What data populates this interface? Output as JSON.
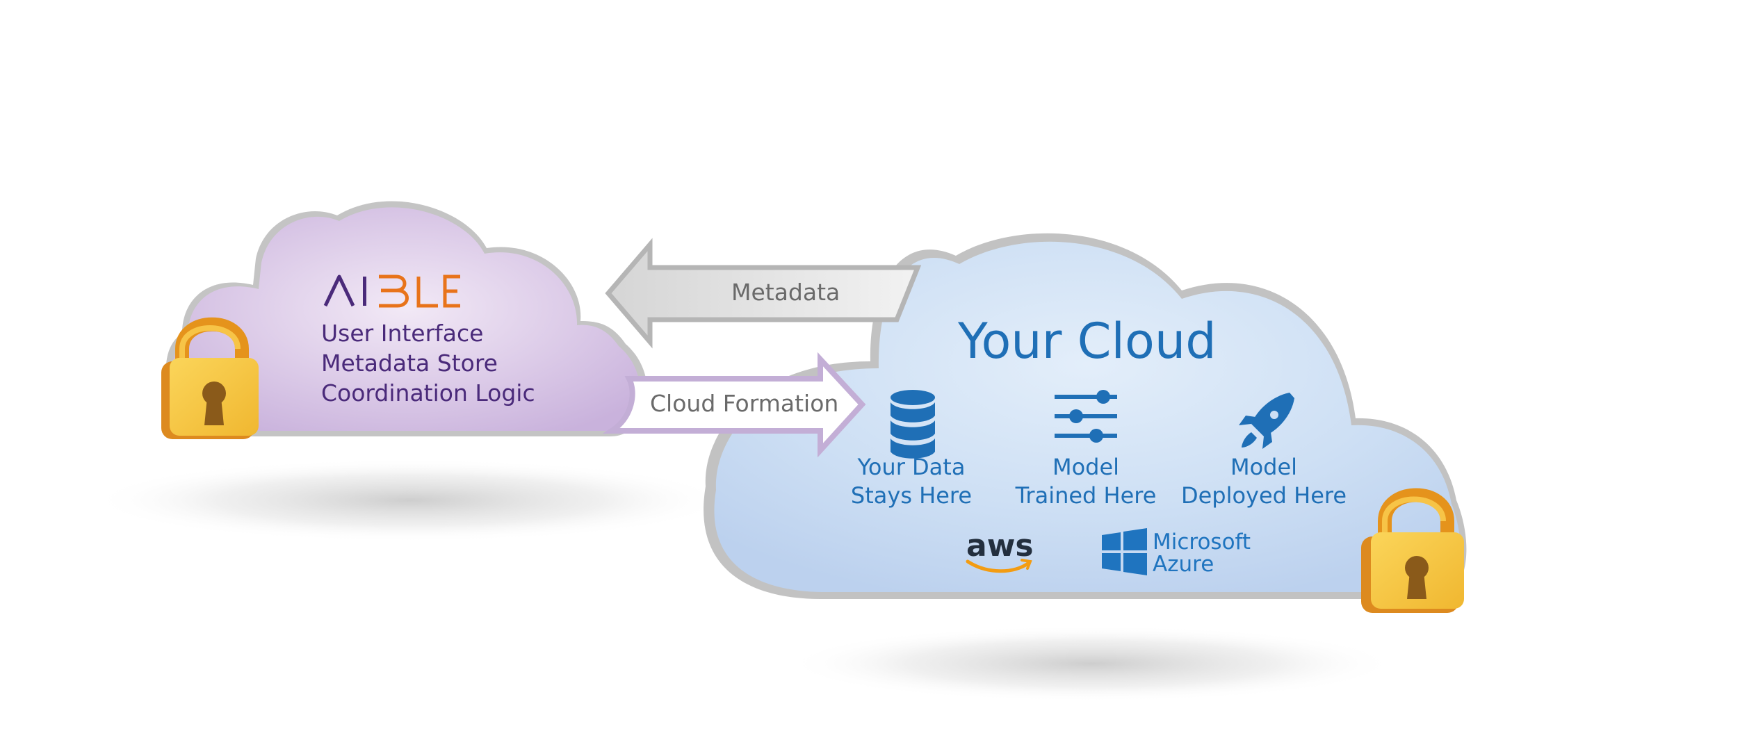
{
  "left_cloud": {
    "logo": "AIBLE",
    "lines": [
      "User Interface",
      "Metadata Store",
      "Coordination Logic"
    ]
  },
  "arrows": {
    "metadata": "Metadata",
    "cloud_formation": "Cloud Formation"
  },
  "right_cloud": {
    "title": "Your Cloud",
    "items": [
      {
        "icon": "database-icon",
        "lines": [
          "Your Data",
          "Stays Here"
        ]
      },
      {
        "icon": "sliders-icon",
        "lines": [
          "Model",
          "Trained Here"
        ]
      },
      {
        "icon": "rocket-icon",
        "lines": [
          "Model",
          "Deployed Here"
        ]
      }
    ],
    "providers": {
      "aws": "aws",
      "microsoft": "Microsoft",
      "azure": "Azure"
    }
  },
  "colors": {
    "left_cloud": "#d5c4e3",
    "right_cloud": "#c7dbf1",
    "brand_purple": "#4a2a7a",
    "brand_orange": "#e8731a",
    "cloud_blue_text": "#1f6fb6",
    "lock_gold": "#f4c241"
  }
}
